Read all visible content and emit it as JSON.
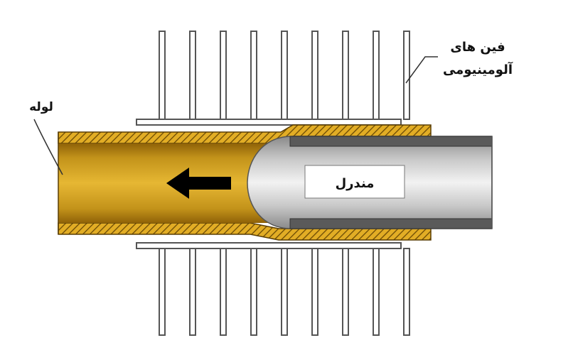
{
  "labels": {
    "tube": "لوله",
    "fins_line1": "فین های",
    "fins_line2": "آلومینیومی",
    "mandrel": "مندرل"
  },
  "colors": {
    "tube_dark": "#9a6a0a",
    "tube_mid": "#c89a1e",
    "tube_light": "#e6b832",
    "hatch_band": "#d9a520",
    "mandrel_light": "#ececec",
    "mandrel_dark": "#8c8c8c",
    "rod": "#555555",
    "fin_stroke": "#555555",
    "arrow": "#000000"
  },
  "icons": {
    "direction": "arrow-left-icon"
  }
}
